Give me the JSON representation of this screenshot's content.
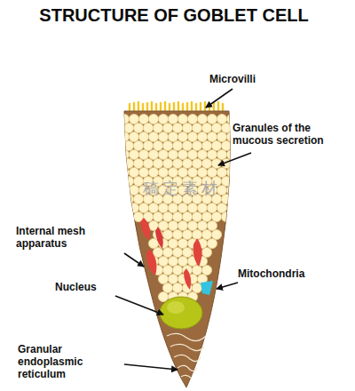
{
  "diagram": {
    "title": "STRUCTURE OF GOBLET CELL",
    "labels": [
      "Microvilli",
      "Granules of the mucous secretion",
      "Internal mesh apparatus",
      "Mitochondria",
      "Nucleus",
      "Granular endoplasmic reticulum",
      "稿定素材"
    ]
  }
}
